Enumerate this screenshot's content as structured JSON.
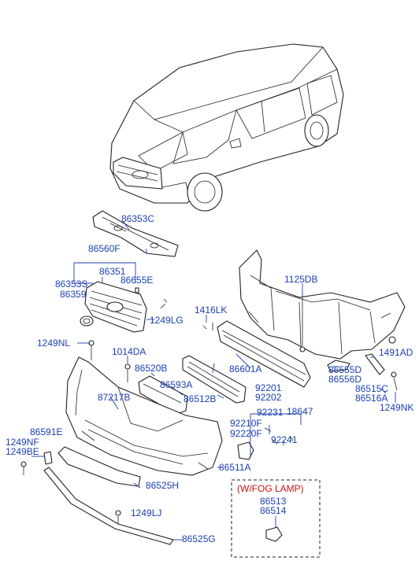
{
  "diagram": {
    "labels": {
      "l86353C": "86353C",
      "l86560F": "86560F",
      "l86351": "86351",
      "l86353S": "86353S",
      "l86655E": "86655E",
      "l86359": "86359",
      "l1125DB": "1125DB",
      "l1416LK": "1416LK",
      "l1249LG": "1249LG",
      "l1249NL": "1249NL",
      "l1014DA": "1014DA",
      "l86520B": "86520B",
      "l86601A": "86601A",
      "l1491AD": "1491AD",
      "l86555D": "86555D",
      "l86556D": "86556D",
      "l86593A": "86593A",
      "l87217B": "87217B",
      "l86512B": "86512B",
      "l92201": "92201",
      "l92202": "92202",
      "l86515C": "86515C",
      "l86516A": "86516A",
      "l1249NK": "1249NK",
      "l92231": "92231",
      "l18647": "18647",
      "l92210F": "92210F",
      "l92220F": "92220F",
      "l92241": "92241",
      "l86591E": "86591E",
      "l1249NF": "1249NF",
      "l1249BE": "1249BE",
      "l86511A": "86511A",
      "l86525H": "86525H",
      "l1249LJ": "1249LJ",
      "l86525G": "86525G",
      "fogTitle": "(W/FOG LAMP)",
      "l86513": "86513",
      "l86514": "86514"
    }
  }
}
